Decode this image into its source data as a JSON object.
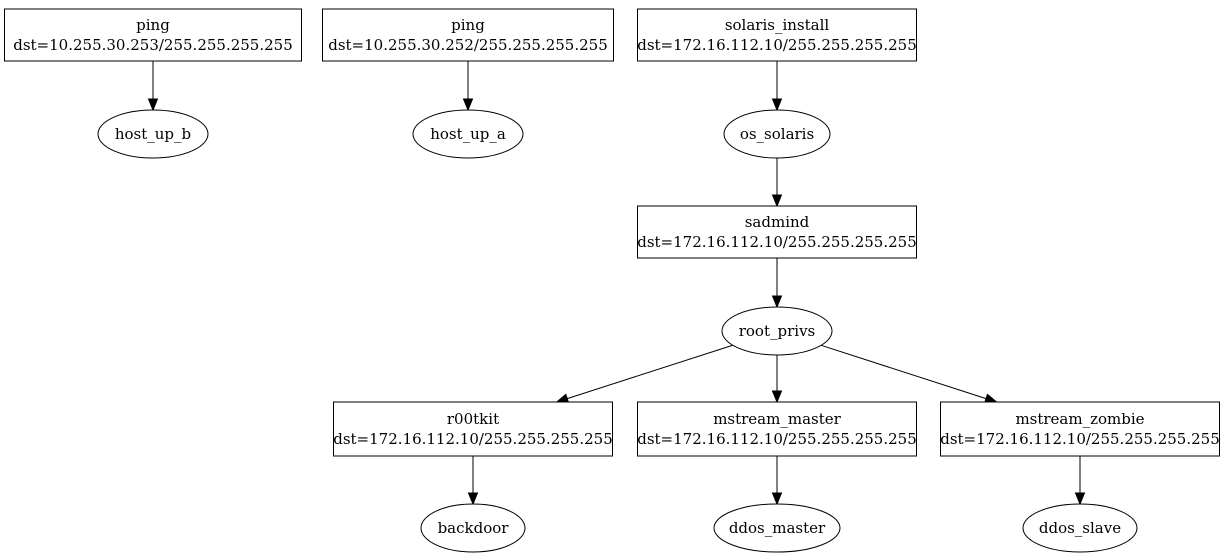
{
  "graph": {
    "nodes": [
      {
        "id": "ping_b",
        "shape": "box",
        "lines": [
          "ping",
          "dst=10.255.30.253/255.255.255.255"
        ]
      },
      {
        "id": "host_up_b",
        "shape": "ellipse",
        "lines": [
          "host_up_b"
        ]
      },
      {
        "id": "ping_a",
        "shape": "box",
        "lines": [
          "ping",
          "dst=10.255.30.252/255.255.255.255"
        ]
      },
      {
        "id": "host_up_a",
        "shape": "ellipse",
        "lines": [
          "host_up_a"
        ]
      },
      {
        "id": "solaris_install",
        "shape": "box",
        "lines": [
          "solaris_install",
          "dst=172.16.112.10/255.255.255.255"
        ]
      },
      {
        "id": "os_solaris",
        "shape": "ellipse",
        "lines": [
          "os_solaris"
        ]
      },
      {
        "id": "sadmind",
        "shape": "box",
        "lines": [
          "sadmind",
          "dst=172.16.112.10/255.255.255.255"
        ]
      },
      {
        "id": "root_privs",
        "shape": "ellipse",
        "lines": [
          "root_privs"
        ]
      },
      {
        "id": "r00tkit",
        "shape": "box",
        "lines": [
          "r00tkit",
          "dst=172.16.112.10/255.255.255.255"
        ]
      },
      {
        "id": "mstream_master",
        "shape": "box",
        "lines": [
          "mstream_master",
          "dst=172.16.112.10/255.255.255.255"
        ]
      },
      {
        "id": "mstream_zombie",
        "shape": "box",
        "lines": [
          "mstream_zombie",
          "dst=172.16.112.10/255.255.255.255"
        ]
      },
      {
        "id": "backdoor",
        "shape": "ellipse",
        "lines": [
          "backdoor"
        ]
      },
      {
        "id": "ddos_master",
        "shape": "ellipse",
        "lines": [
          "ddos_master"
        ]
      },
      {
        "id": "ddos_slave",
        "shape": "ellipse",
        "lines": [
          "ddos_slave"
        ]
      }
    ],
    "edges": [
      {
        "from": "ping_b",
        "to": "host_up_b"
      },
      {
        "from": "ping_a",
        "to": "host_up_a"
      },
      {
        "from": "solaris_install",
        "to": "os_solaris"
      },
      {
        "from": "os_solaris",
        "to": "sadmind"
      },
      {
        "from": "sadmind",
        "to": "root_privs"
      },
      {
        "from": "root_privs",
        "to": "r00tkit"
      },
      {
        "from": "root_privs",
        "to": "mstream_master"
      },
      {
        "from": "root_privs",
        "to": "mstream_zombie"
      },
      {
        "from": "r00tkit",
        "to": "backdoor"
      },
      {
        "from": "mstream_master",
        "to": "ddos_master"
      },
      {
        "from": "mstream_zombie",
        "to": "ddos_slave"
      }
    ]
  }
}
